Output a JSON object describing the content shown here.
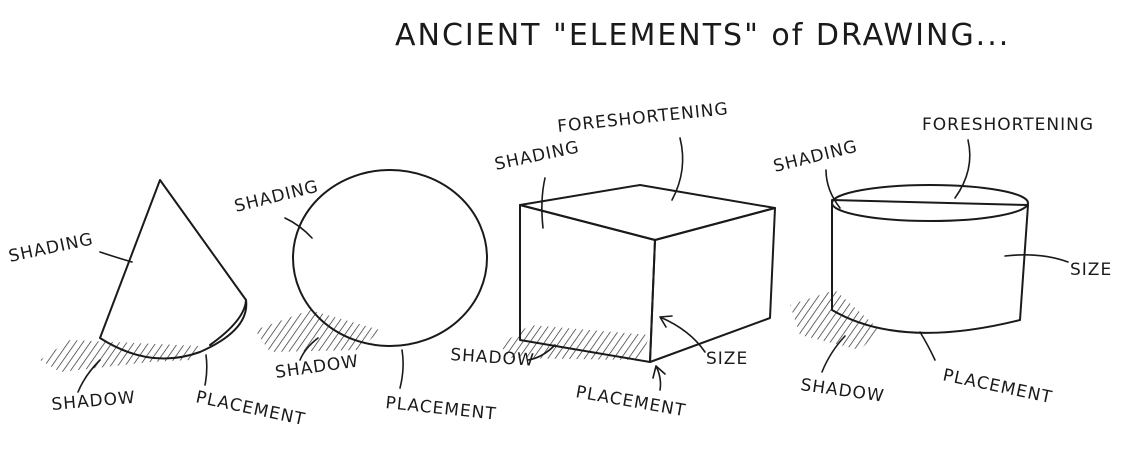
{
  "title": "ANCIENT \"ELEMENTS\" of DRAWING...",
  "figures": [
    {
      "shape": "cone",
      "labels": {
        "shading": "SHADING",
        "shadow": "SHADOW",
        "placement": "PLACEMENT"
      }
    },
    {
      "shape": "sphere",
      "labels": {
        "shading": "SHADING",
        "shadow": "SHADOW",
        "placement": "PLACEMENT"
      }
    },
    {
      "shape": "box",
      "labels": {
        "foreshortening": "FORESHORTENING",
        "shading": "SHADING",
        "shadow": "SHADOW",
        "size": "SIZE",
        "placement": "PLACEMENT"
      }
    },
    {
      "shape": "cylinder",
      "labels": {
        "shading": "SHADING",
        "foreshortening": "FORESHORTENING",
        "size": "SIZE",
        "shadow": "SHADOW",
        "placement": "PLACEMENT"
      }
    }
  ]
}
